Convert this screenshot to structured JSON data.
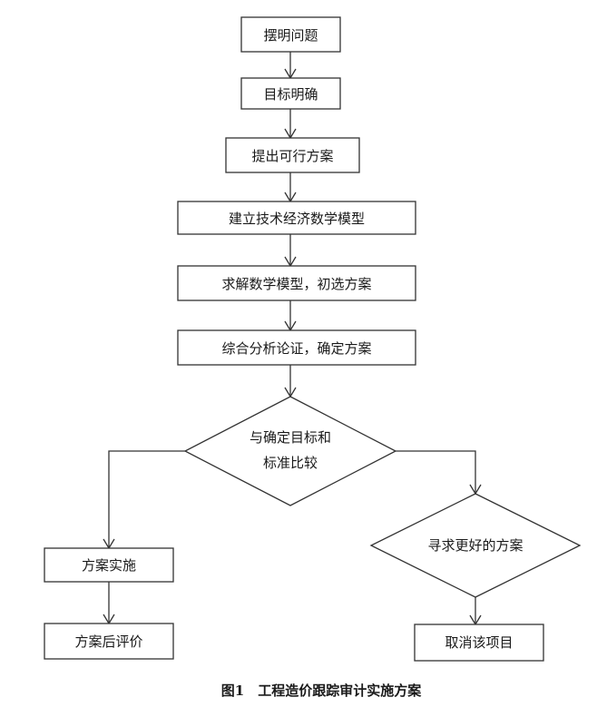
{
  "nodes": {
    "n1": "摆明问题",
    "n2": "目标明确",
    "n3": "提出可行方案",
    "n4": "建立技术经济数学模型",
    "n5": "求解数学模型，初选方案",
    "n6": "综合分析论证，确定方案",
    "decision1": [
      "与确定目标和",
      "标准比较"
    ],
    "n_impl": "方案实施",
    "n_eval": "方案后评价",
    "decision2": "寻求更好的方案",
    "n_cancel": "取消该项目"
  },
  "caption": "图1　工程造价跟踪审计实施方案"
}
